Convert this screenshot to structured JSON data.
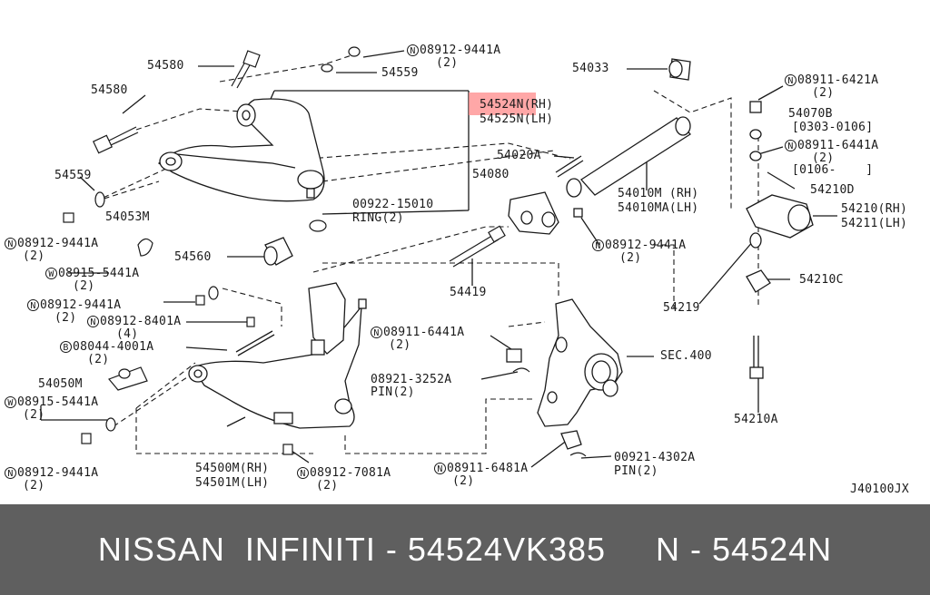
{
  "labels": {
    "l54580a": "54580",
    "l54580b": "54580",
    "l08912_9441a_top": "08912-9441A",
    "l08912_9441a_top_q": "(2)",
    "l54559a": "54559",
    "l54559b": "54559",
    "l54524n": "54524N(RH)",
    "l54525n": "54525N(LH)",
    "l54033": "54033",
    "l08911_6421a": "08911-6421A",
    "l08911_6421a_q": "(2)",
    "l54070b": "54070B",
    "l54070b_date": "[0303-0106]",
    "l08911_6441a_r": "08911-6441A",
    "l08911_6441a_r_q": "(2)",
    "l0106": "[0106-    ]",
    "l54210d": "54210D",
    "l54020a": "54020A",
    "l54080": "54080",
    "l54010m": "54010M (RH)",
    "l54010ma": "54010MA(LH)",
    "l54210": "54210(RH)",
    "l54211": "54211(LH)",
    "l00922": "00922-15010",
    "lring": "RING(2)",
    "l54053m": "54053M",
    "l08912_9441a_l1": "08912-9441A",
    "l08912_9441a_l1_q": "(2)",
    "l08912_9441a_m": "08912-9441A",
    "l08912_9441a_m_q": "(2)",
    "l54560": "54560",
    "l08915_5441a_1": "08915-5441A",
    "l08915_5441a_1_q": "(2)",
    "l08912_9441a_l2": "08912-9441A",
    "l08912_9441a_l2_q": "(2)",
    "l08912_8401a": "08912-8401A",
    "l08912_8401a_q": "(4)",
    "l08044": "08044-4001A",
    "l08044_q": "(2)",
    "l54419": "54419",
    "l54219": "54219",
    "l54210c": "54210C",
    "l08911_6441a_c": "08911-6441A",
    "l08911_6441a_c_q": "(2)",
    "lsec400": "SEC.400",
    "l08921": "08921-3252A",
    "lpin2a": "PIN(2)",
    "l54050m": "54050M",
    "l08915_5441a_2": "08915-5441A",
    "l08915_5441a_2_q": "(2)",
    "l54210a": "54210A",
    "l08912_9441a_bl": "08912-9441A",
    "l08912_9441a_bl_q": "(2)",
    "l54500m": "54500M(RH)",
    "l54501m": "54501M(LH)",
    "l08912_7081a": "08912-7081A",
    "l08912_7081a_q": "(2)",
    "l08911_6481a": "08911-6481A",
    "l08911_6481a_q": "(2)",
    "l00921": "00921-4302A",
    "lpin2b": "PIN(2)",
    "ldiagram_id": "J40100JX"
  },
  "prefix_symbols": {
    "n": "N",
    "w": "W",
    "b": "B"
  },
  "footer": {
    "text": "NISSAN  INFINITI - 54524VK385     N - 54524N"
  },
  "colors": {
    "highlight": "#ff8a8a",
    "footer_bg": "#5f5f5f",
    "footer_text": "#ffffff",
    "ink": "#1a1a1a"
  }
}
